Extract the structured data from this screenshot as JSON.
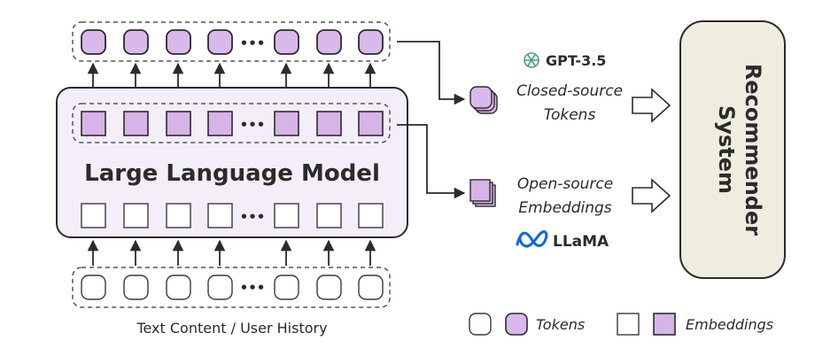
{
  "llm_title": "Large Language Model",
  "input_caption": "Text Content / User History",
  "gpt_label": "GPT-3.5",
  "llama_label": "LLaMA",
  "closed_source": {
    "line1": "Closed-source",
    "line2": "Tokens"
  },
  "open_source": {
    "line1": "Open-source",
    "line2": "Embeddings"
  },
  "recommender": {
    "line1": "Recommender",
    "line2": "System"
  },
  "legend": {
    "tokens": "Tokens",
    "embeddings": "Embeddings"
  },
  "ellipsis": "•••",
  "colors": {
    "token_fill": "#d9b8ec",
    "embedding_fill": "#d6b4e8",
    "llm_fill": "#f3eef8",
    "recommender_fill": "#eeede0",
    "outline": "#2b2b2b",
    "llama_blue": "#0668e1",
    "gpt_green": "#4a9d82"
  },
  "icons": [
    "openai-logo-icon",
    "meta-logo-icon",
    "arrow-icon",
    "hollow-arrow-icon"
  ]
}
